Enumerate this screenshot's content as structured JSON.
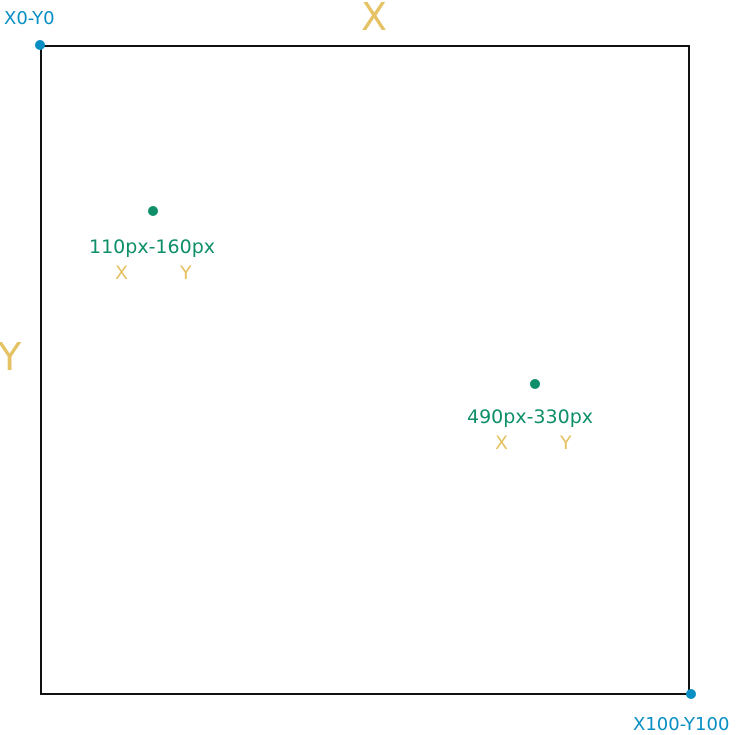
{
  "colors": {
    "corner": "#0a8fc4",
    "axis": "#e5c264",
    "point": "#0e8f6a",
    "frame": "#111111"
  },
  "corners": {
    "top_left": "X0-Y0",
    "bottom_right": "X100-Y100"
  },
  "axes": {
    "x_label": "X",
    "y_label": "Y"
  },
  "points": [
    {
      "label": "110px-160px",
      "x_tag": "X",
      "y_tag": "Y"
    },
    {
      "label": "490px-330px",
      "x_tag": "X",
      "y_tag": "Y"
    }
  ]
}
